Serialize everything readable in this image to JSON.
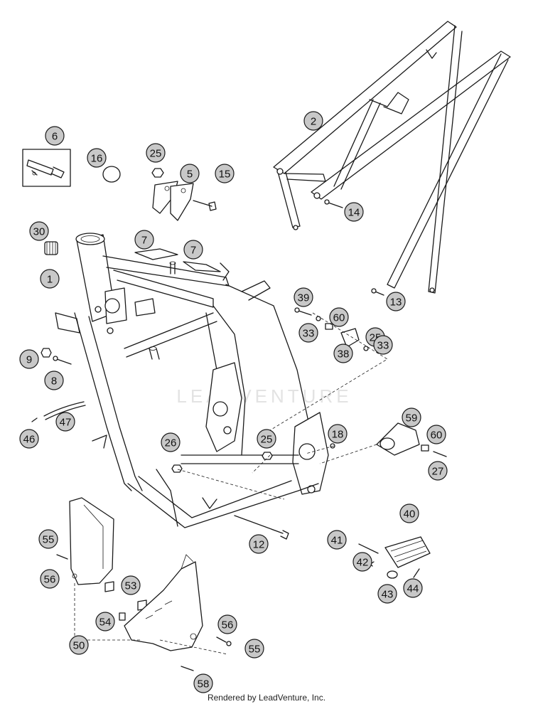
{
  "watermark": "LEADVENTURE",
  "footer": "Rendered by LeadVenture, Inc.",
  "callout_fill": "#c8c8c8",
  "callouts": [
    "1",
    "2",
    "5",
    "6",
    "7",
    "7",
    "8",
    "9",
    "12",
    "13",
    "14",
    "15",
    "16",
    "18",
    "25",
    "25",
    "25",
    "26",
    "27",
    "30",
    "33",
    "33",
    "38",
    "39",
    "40",
    "41",
    "42",
    "43",
    "44",
    "46",
    "47",
    "50",
    "53",
    "54",
    "55",
    "55",
    "56",
    "56",
    "58",
    "59",
    "60",
    "60"
  ]
}
